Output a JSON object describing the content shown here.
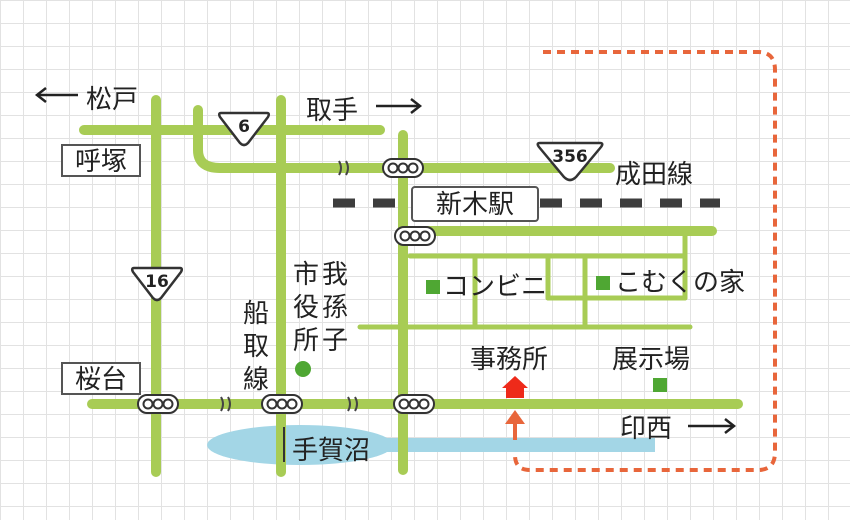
{
  "colors": {
    "road": "#a8cc55",
    "water": "#a3d6e6",
    "route_dashed": "#e8663b",
    "railway": "#3d3d3d",
    "marker_green": "#4fa733",
    "office_marker": "#ee2a1a",
    "signal_fill": "#ffffff",
    "signal_stroke": "#333333"
  },
  "directions": {
    "matsudo": "松戸",
    "toride": "取手",
    "inzai": "印西"
  },
  "places": {
    "yobitsuka": "呼塚",
    "sakuradai": "桜台",
    "shin_kiba_station": "新木駅",
    "narita_line": "成田線",
    "teganuma": "手賀沼",
    "abiko_city_office": [
      "市",
      "役",
      "所"
    ],
    "abiko_grandchild": [
      "我",
      "孫",
      "子"
    ],
    "funatori_line": [
      "船",
      "取",
      "線"
    ],
    "convenience_store": "コンビニ",
    "komuku_house": "こむくの家",
    "office": "事務所",
    "showroom": "展示場"
  },
  "route_shields": {
    "r6": "6",
    "r16": "16",
    "r356": "356"
  }
}
